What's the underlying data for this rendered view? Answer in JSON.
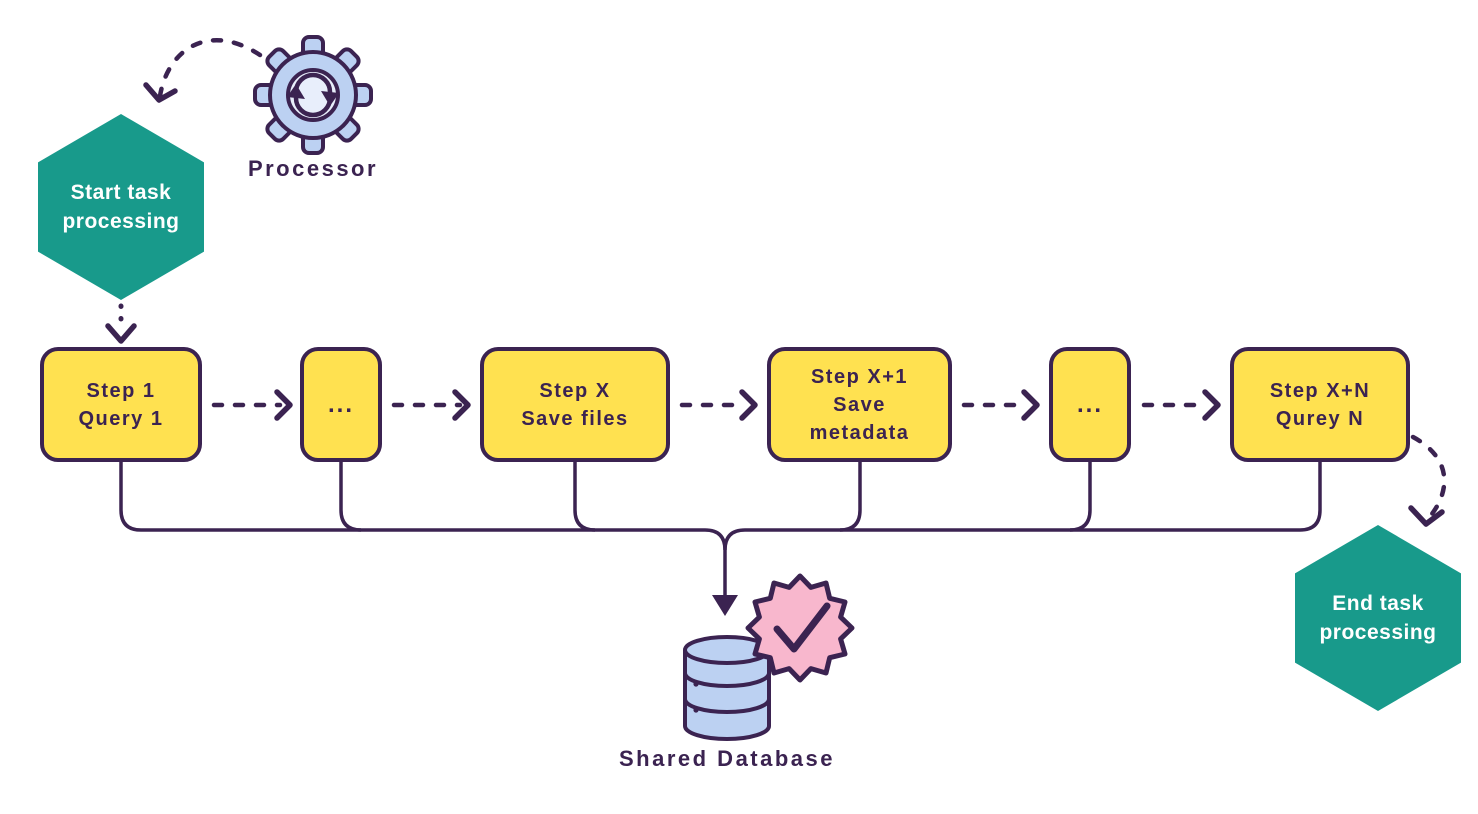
{
  "title": "task-processing-flow-diagram",
  "colors": {
    "purple": "#3b2351",
    "teal": "#189a8b",
    "yellow": "#ffe150",
    "blue": "#bcd1f2",
    "blue_light": "#e8eefb",
    "pink": "#f8b7cd",
    "white": "#ffffff"
  },
  "labels": {
    "processor": "Processor",
    "shared_database": "Shared Database"
  },
  "start_hex": {
    "line1": "Start task",
    "line2": "processing"
  },
  "end_hex": {
    "line1": "End task",
    "line2": "processing"
  },
  "steps": [
    {
      "line1": "Step 1",
      "line2": "Query 1"
    },
    {
      "line1": "..."
    },
    {
      "line1": "Step X",
      "line2": "Save files"
    },
    {
      "line1": "Step X+1",
      "line2": "Save",
      "line3": "metadata"
    },
    {
      "line1": "..."
    },
    {
      "line1": "Step X+N",
      "line2": "Qurey N"
    }
  ]
}
